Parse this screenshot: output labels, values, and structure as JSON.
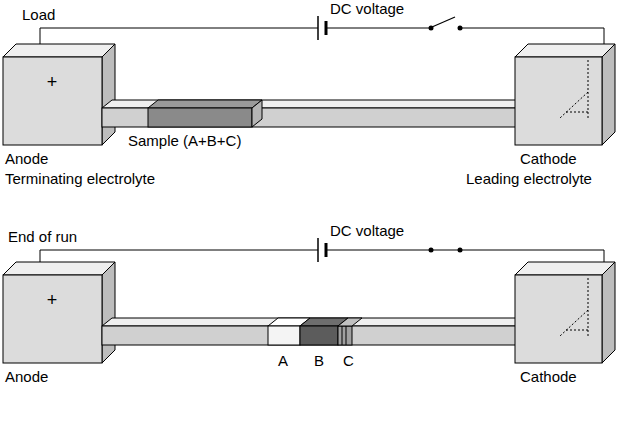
{
  "diagram": {
    "nodes": [
      {
        "text": [
          "+"
        ]
      },
      {
        "text": [
          "+"
        ]
      }
    ],
    "labels": [
      "DC voltage",
      "Load",
      "Sample (A+B+C)",
      "Anode",
      "Terminating electrolyte",
      "Cathode",
      "Leading electrolyte",
      "End of run",
      "DC voltage",
      "A",
      "B",
      "C",
      "Anode",
      "Cathode"
    ]
  }
}
